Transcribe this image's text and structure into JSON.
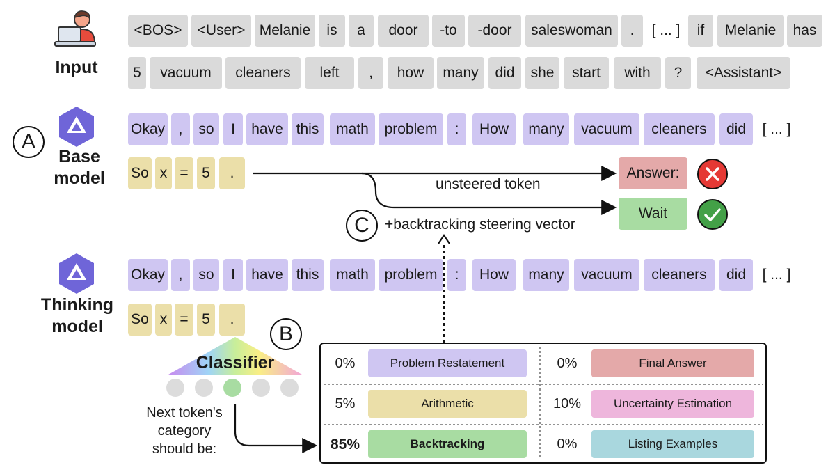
{
  "input": {
    "label": "Input",
    "row1": [
      "<BOS>",
      "<User>",
      "Melanie",
      "is",
      "a",
      "door",
      "-to",
      "-door",
      "saleswoman",
      ".",
      "[ ... ]",
      "if",
      "Melanie",
      "has"
    ],
    "row2": [
      "5",
      "vacuum",
      "cleaners",
      "left",
      ",",
      "how",
      "many",
      "did",
      "she",
      "start",
      "with",
      "?",
      "<Assistant>"
    ]
  },
  "base_model": {
    "marker": "A",
    "label_line1": "Base",
    "label_line2": "model",
    "row1": [
      "Okay",
      ",",
      "so",
      "I",
      "have",
      "this",
      "math",
      "problem",
      ":",
      "How",
      "many",
      "vacuum",
      "cleaners",
      "did",
      "[ ... ]"
    ],
    "row2": [
      "So",
      "x",
      "=",
      "5",
      "."
    ]
  },
  "steering": {
    "unsteered_label": "unsteered token",
    "unsteered_token": "Answer:",
    "steered_marker": "C",
    "steered_label": "+backtracking steering vector",
    "steered_token": "Wait",
    "colors": {
      "wrong": "#e53935",
      "right": "#43a047"
    }
  },
  "thinking_model": {
    "label_line1": "Thinking",
    "label_line2": "model",
    "row1": [
      "Okay",
      ",",
      "so",
      "I",
      "have",
      "this",
      "math",
      "problem",
      ":",
      "How",
      "many",
      "vacuum",
      "cleaners",
      "did",
      "[ ... ]"
    ],
    "row2": [
      "So",
      "x",
      "=",
      "5",
      "."
    ]
  },
  "classifier": {
    "marker": "B",
    "label": "Classifier",
    "caption_line1": "Next token's",
    "caption_line2": "category",
    "caption_line3": "should be:",
    "active_dot_color": "#a8dca2"
  },
  "categories": {
    "left": [
      {
        "pct": "0%",
        "name": "Problem Restatement",
        "color": "#cfc6f2"
      },
      {
        "pct": "5%",
        "name": "Arithmetic",
        "color": "#ebdfa9"
      },
      {
        "pct": "85%",
        "name": "Backtracking",
        "color": "#a8dca2"
      }
    ],
    "right": [
      {
        "pct": "0%",
        "name": "Final Answer",
        "color": "#e4a9a9"
      },
      {
        "pct": "10%",
        "name": "Uncertainty Estimation",
        "color": "#eeb6dc"
      },
      {
        "pct": "0%",
        "name": "Listing Examples",
        "color": "#a9d7de"
      }
    ]
  }
}
